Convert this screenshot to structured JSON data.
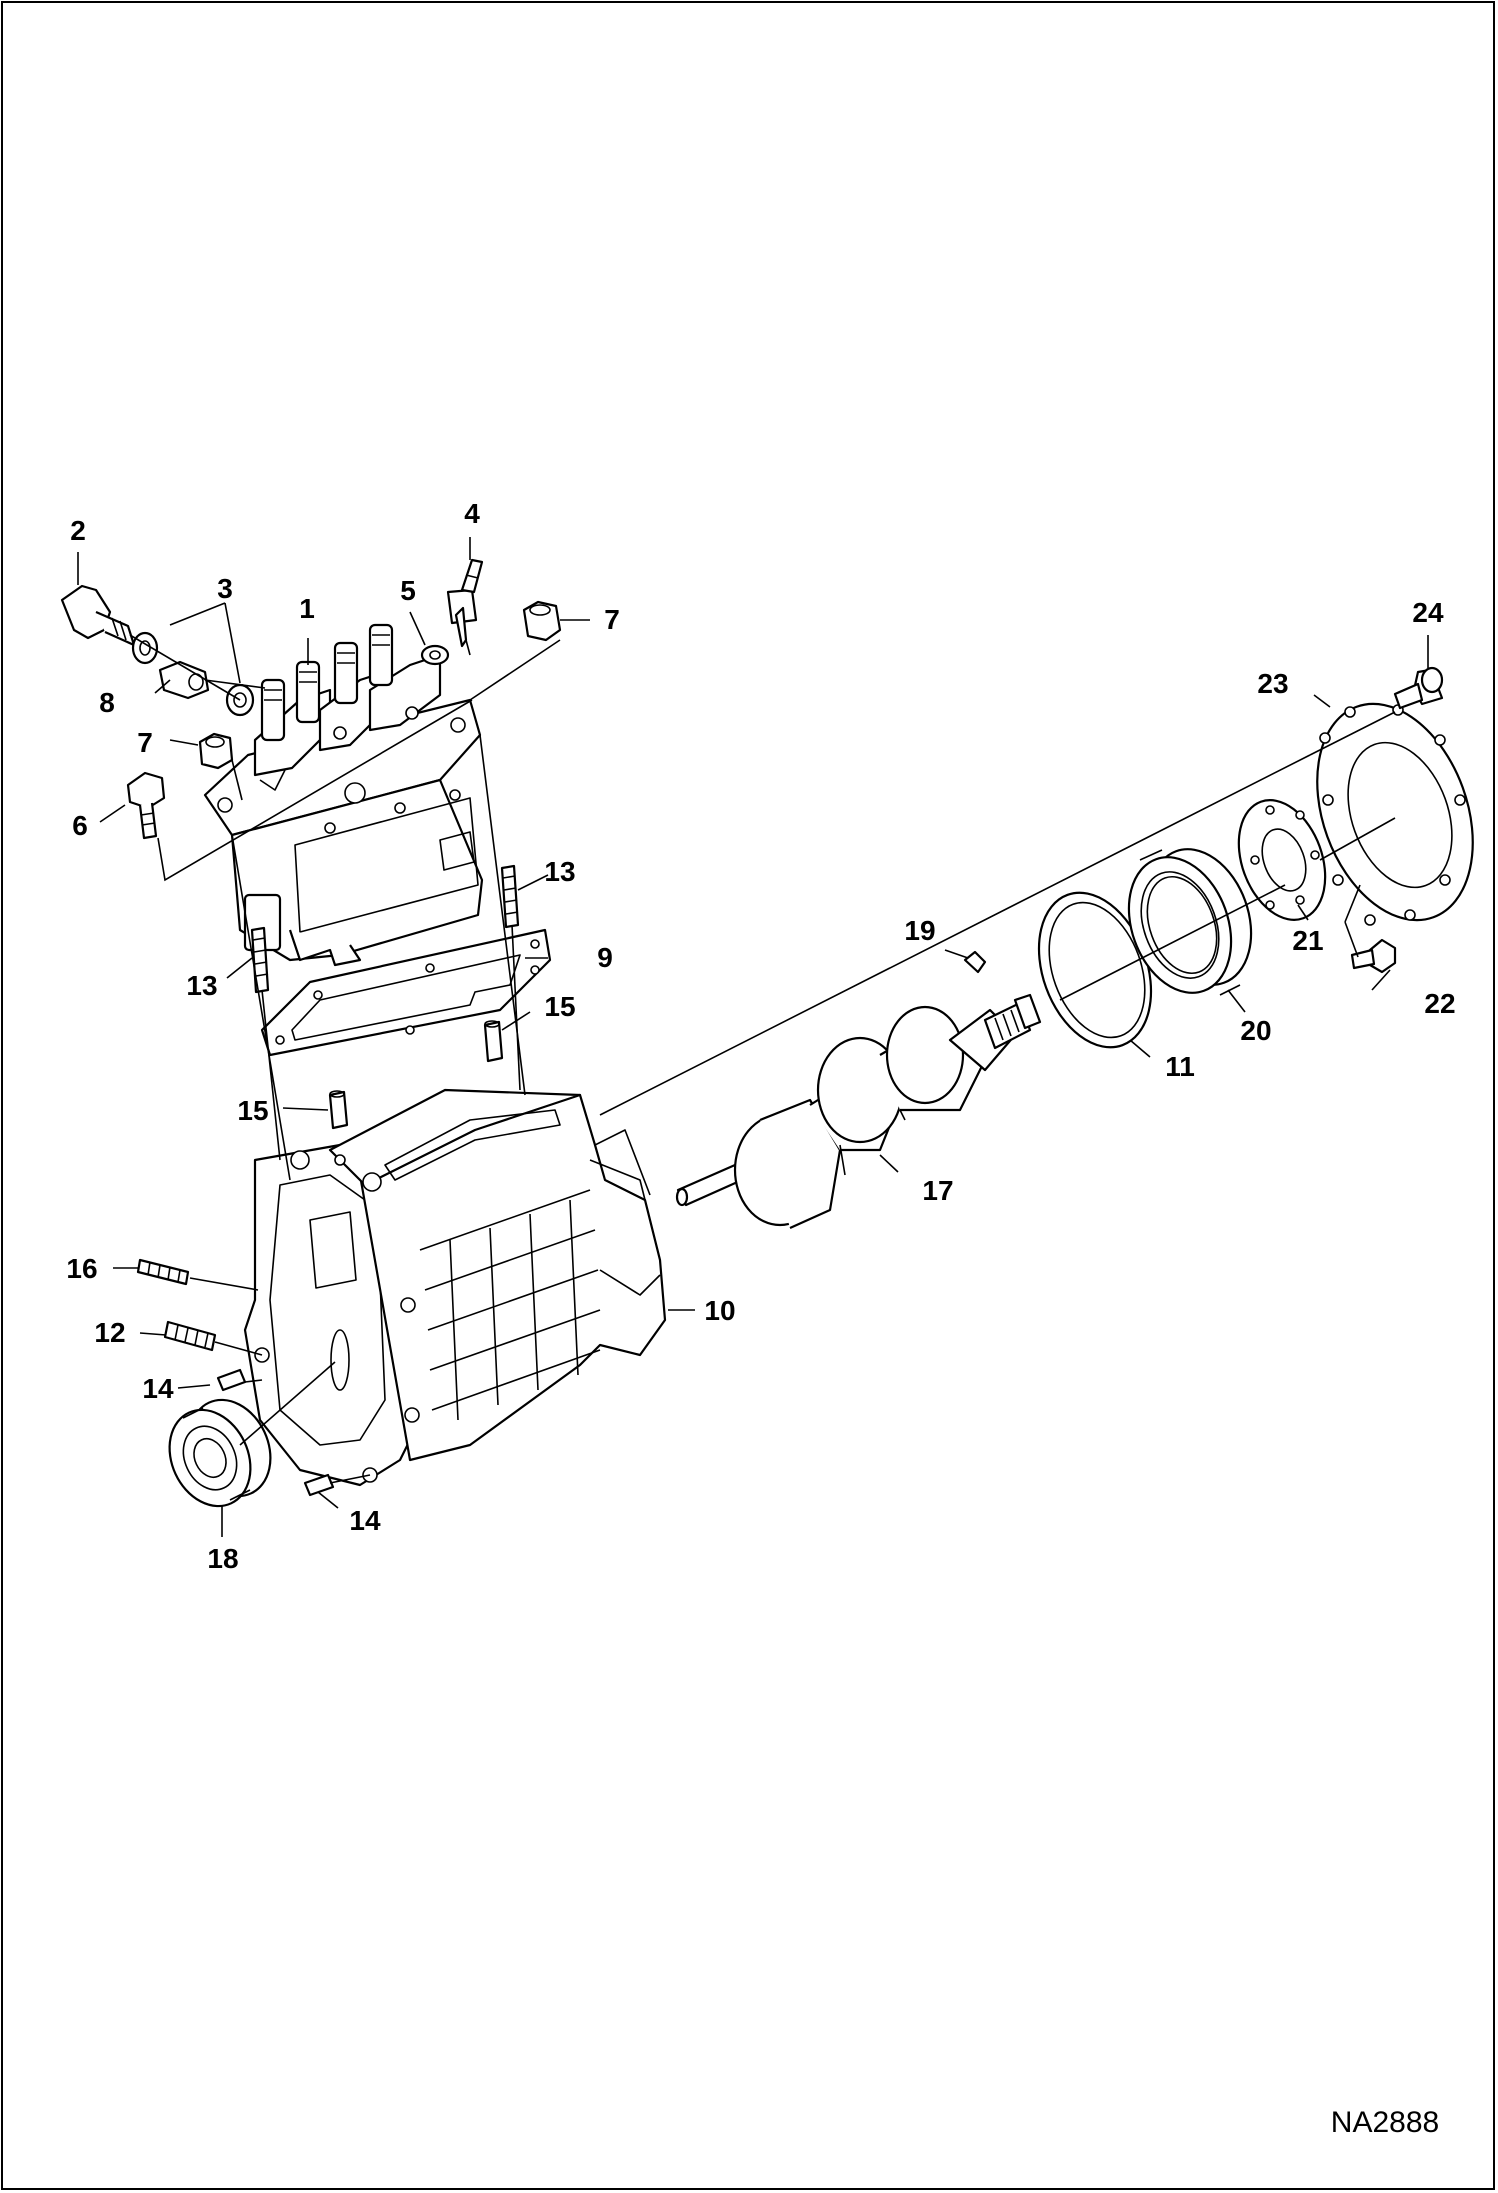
{
  "figure": {
    "reference_code": "NA2888",
    "callouts": [
      "1",
      "2",
      "3",
      "4",
      "5",
      "6",
      "7",
      "7",
      "8",
      "9",
      "10",
      "11",
      "12",
      "13",
      "13",
      "14",
      "14",
      "15",
      "15",
      "16",
      "17",
      "18",
      "19",
      "20",
      "21",
      "22",
      "23",
      "24"
    ]
  },
  "colors": {
    "ink": "#000000",
    "paper": "#ffffff"
  }
}
